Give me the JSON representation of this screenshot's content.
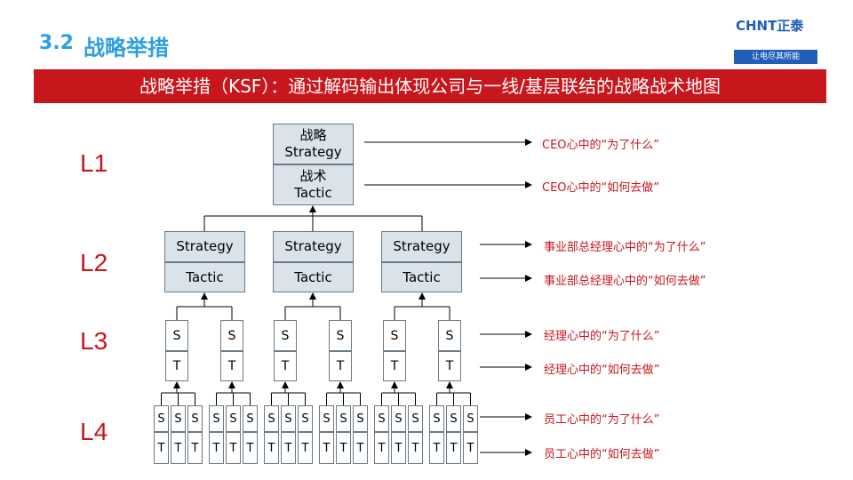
{
  "header": {
    "section_number": "3.2",
    "section_title": "战略举措",
    "banner": "战略举措（KSF）：通过解码输出体现公司与一线/基层联结的战略战术地图"
  },
  "logo": {
    "brand": "CHNT正泰",
    "slogan": "让电尽其所能"
  },
  "levels": [
    "L1",
    "L2",
    "L3",
    "L4"
  ],
  "l1_box": {
    "top_line1": "战略",
    "top_line2": "Strategy",
    "bottom_line1": "战术",
    "bottom_line2": "Tactic"
  },
  "l2_boxes": {
    "strategy": "Strategy",
    "tactic": "Tactic"
  },
  "small_boxes": {
    "s": "S",
    "t": "T"
  },
  "annotations": {
    "l1_why": "CEO心中的“为了什么”",
    "l1_how": "CEO心中的“如何去做”",
    "l2_why": "事业部总经理心中的“为了什么”",
    "l2_how": "事业部总经理心中的“如何去做”",
    "l3_why": "经理心中的“为了什么”",
    "l3_how": "经理心中的“如何去做”",
    "l4_why": "员工心中的“为了什么”",
    "l4_how": "员工心中的“如何去做”"
  },
  "colors": {
    "title_blue": "#2e9fe0",
    "banner_red": "#c8161d",
    "box_fill": "#dbe3ea",
    "logo_blue": "#1f5fb8"
  }
}
